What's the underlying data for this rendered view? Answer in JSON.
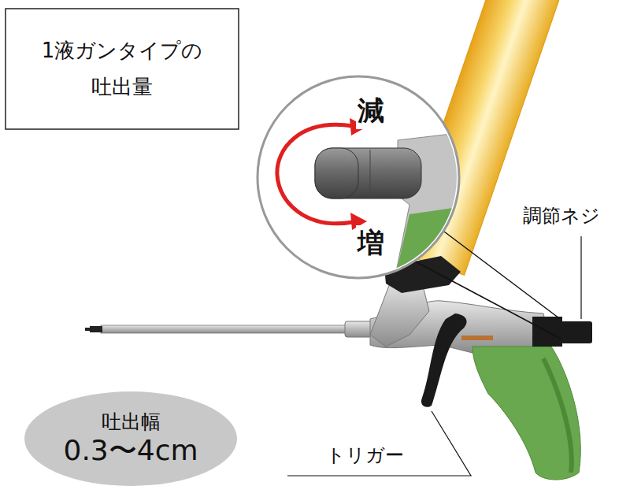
{
  "diagram": {
    "nodes": [
      {
        "text": [
          "1液ガンタイプの 吐出量"
        ]
      },
      {
        "text": [
          "吐出幅",
          "0.3〜4cm"
        ]
      }
    ],
    "labels": [
      "減",
      "増",
      "調節ネジ",
      "トリガー"
    ]
  }
}
